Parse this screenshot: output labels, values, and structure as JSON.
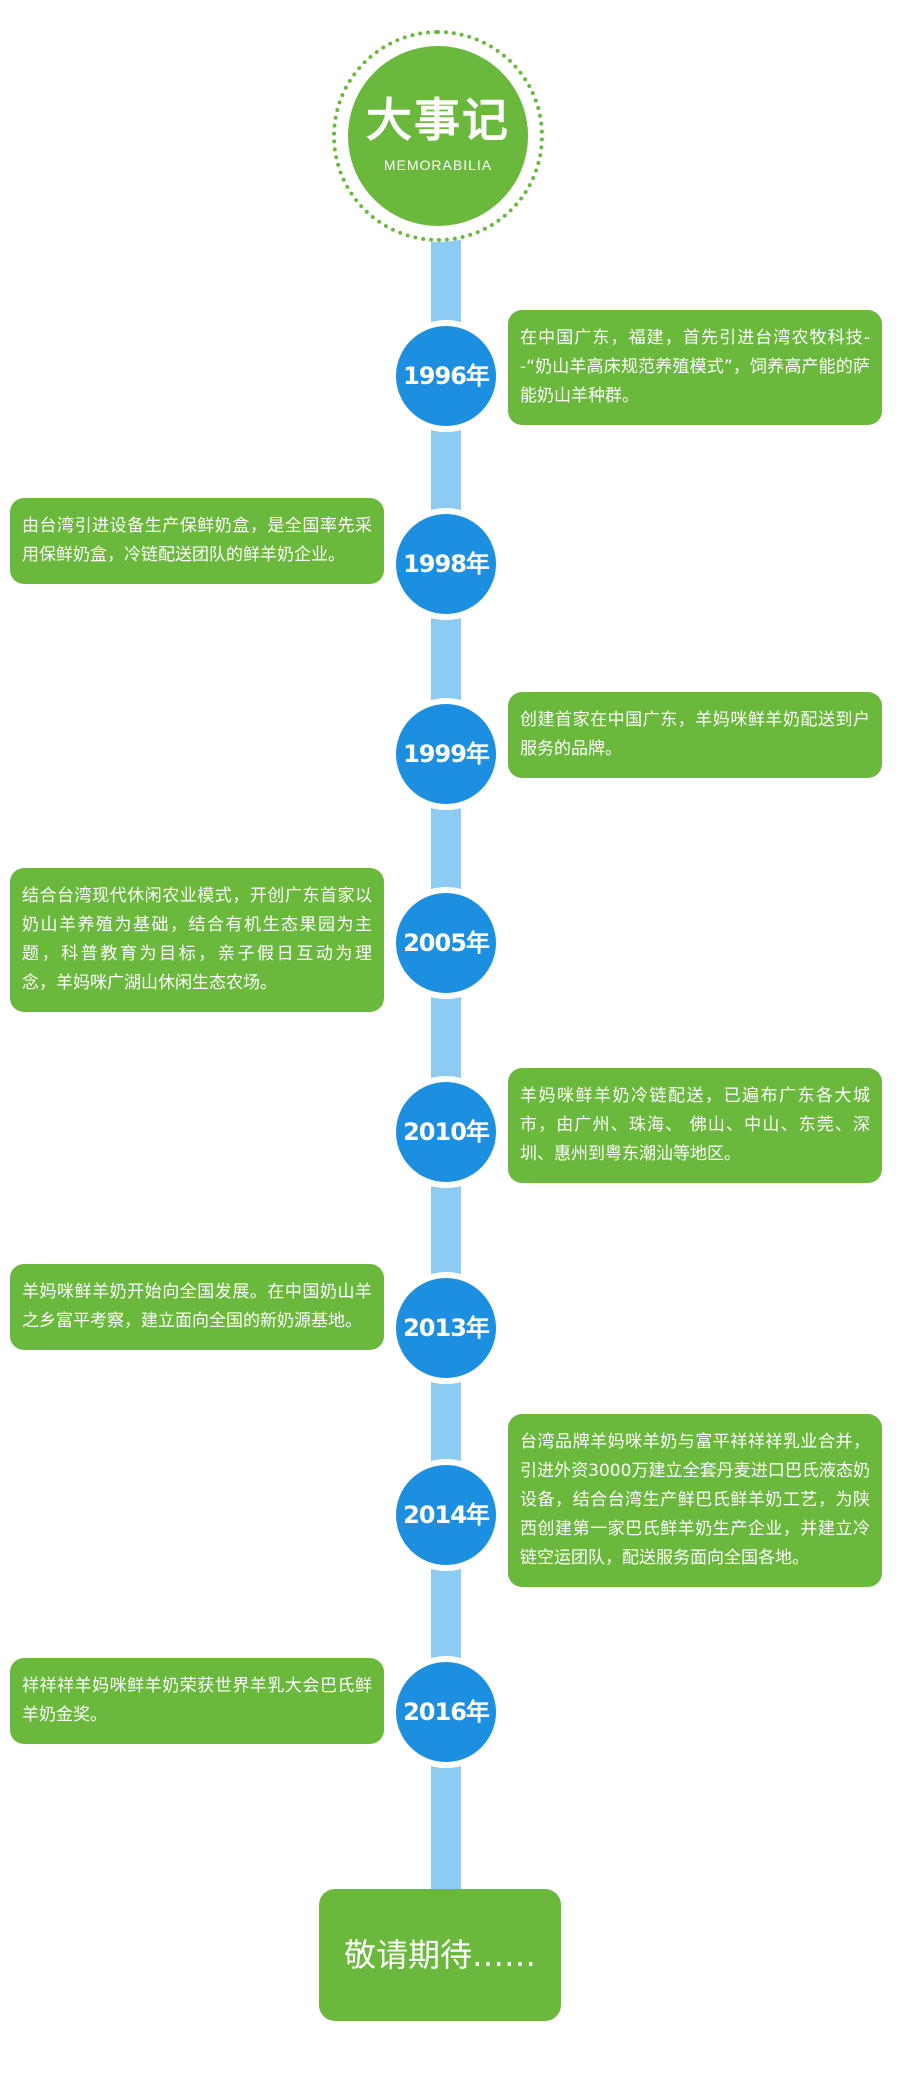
{
  "header": {
    "title": "大事记",
    "subtitle": "MEMORABILIA"
  },
  "events": [
    {
      "year": "1996年",
      "text": "在中国广东，福建，首先引进台湾农牧科技--“奶山羊高床规范养殖模式”，饲养高产能的萨能奶山羊种群。"
    },
    {
      "year": "1998年",
      "text": "由台湾引进设备生产保鲜奶盒，是全国率先采用保鲜奶盒，冷链配送团队的鲜羊奶企业。"
    },
    {
      "year": "1999年",
      "text": "创建首家在中国广东，羊妈咪鲜羊奶配送到户服务的品牌。"
    },
    {
      "year": "2005年",
      "text": "结合台湾现代休闲农业模式，开创广东首家以奶山羊养殖为基础，结合有机生态果园为主题，科普教育为目标，亲子假日互动为理　念，羊妈咪广湖山休闲生态农场。"
    },
    {
      "year": "2010年",
      "text": "羊妈咪鲜羊奶冷链配送，已遍布广东各大城市，由广州、珠海、 佛山、中山、东莞、深圳、惠州到粤东潮汕等地区。"
    },
    {
      "year": "2013年",
      "text": "羊妈咪鲜羊奶开始向全国发展。在中国奶山羊之乡富平考察，建立面向全国的新奶源基地。"
    },
    {
      "year": "2014年",
      "text": "台湾品牌羊妈咪羊奶与富平祥祥祥乳业合并，引进外资3000万建立全套丹麦进口巴氏液态奶设备，结合台湾生产鲜巴氏鲜羊奶工艺，为陕西创建第一家巴氏鲜羊奶生产企业，并建立冷链空运团队，配送服务面向全国各地。"
    },
    {
      "year": "2016年",
      "text": "祥祥祥羊妈咪鲜羊奶荣获世界羊乳大会巴氏鲜羊奶金奖。"
    }
  ],
  "footer": {
    "label": "敬请期待……"
  },
  "colors": {
    "green": "#6ab83c",
    "blue": "#1d8fe0",
    "spine": "#8ecbf2"
  }
}
